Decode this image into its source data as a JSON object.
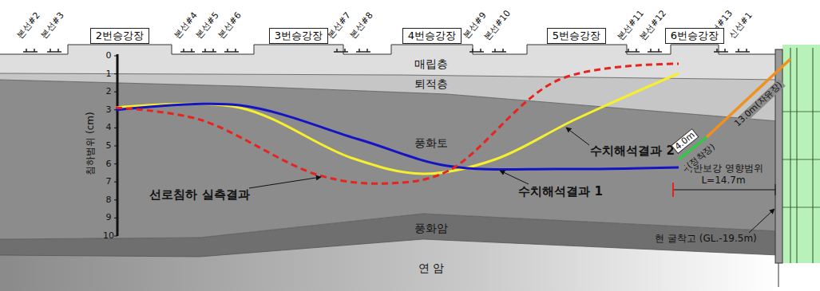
{
  "diagram": {
    "nodes": [
      {
        "text": [
          "2번승강장"
        ]
      },
      {
        "text": [
          "3번승강장"
        ]
      },
      {
        "text": [
          "4번승강장"
        ]
      },
      {
        "text": [
          "5번승강장"
        ]
      },
      {
        "text": [
          "6번승강장"
        ]
      }
    ],
    "labels": [
      "본선#2",
      "본선#3",
      "본선#4",
      "본선#5",
      "본선#6",
      "본선#7",
      "본선#8",
      "본선#9",
      "본선#10",
      "본선#11",
      "본선#12",
      "본선#13",
      "신선#1",
      "매립층",
      "퇴적층",
      "풍화토",
      "풍화암",
      "연 암",
      "0",
      "1",
      "2",
      "3",
      "4",
      "5",
      "6",
      "7",
      "8",
      "9",
      "10",
      "침하범위 (cm)",
      "선로침하 실측결과",
      "수치해석결과 1",
      "수치해석결과 2",
      "지반보강 영향범위",
      "L=14.7m",
      "4.0m",
      "(정착장)",
      "13.0m(자유장)",
      "현 굴착고 (GL.-19.5m)"
    ]
  }
}
